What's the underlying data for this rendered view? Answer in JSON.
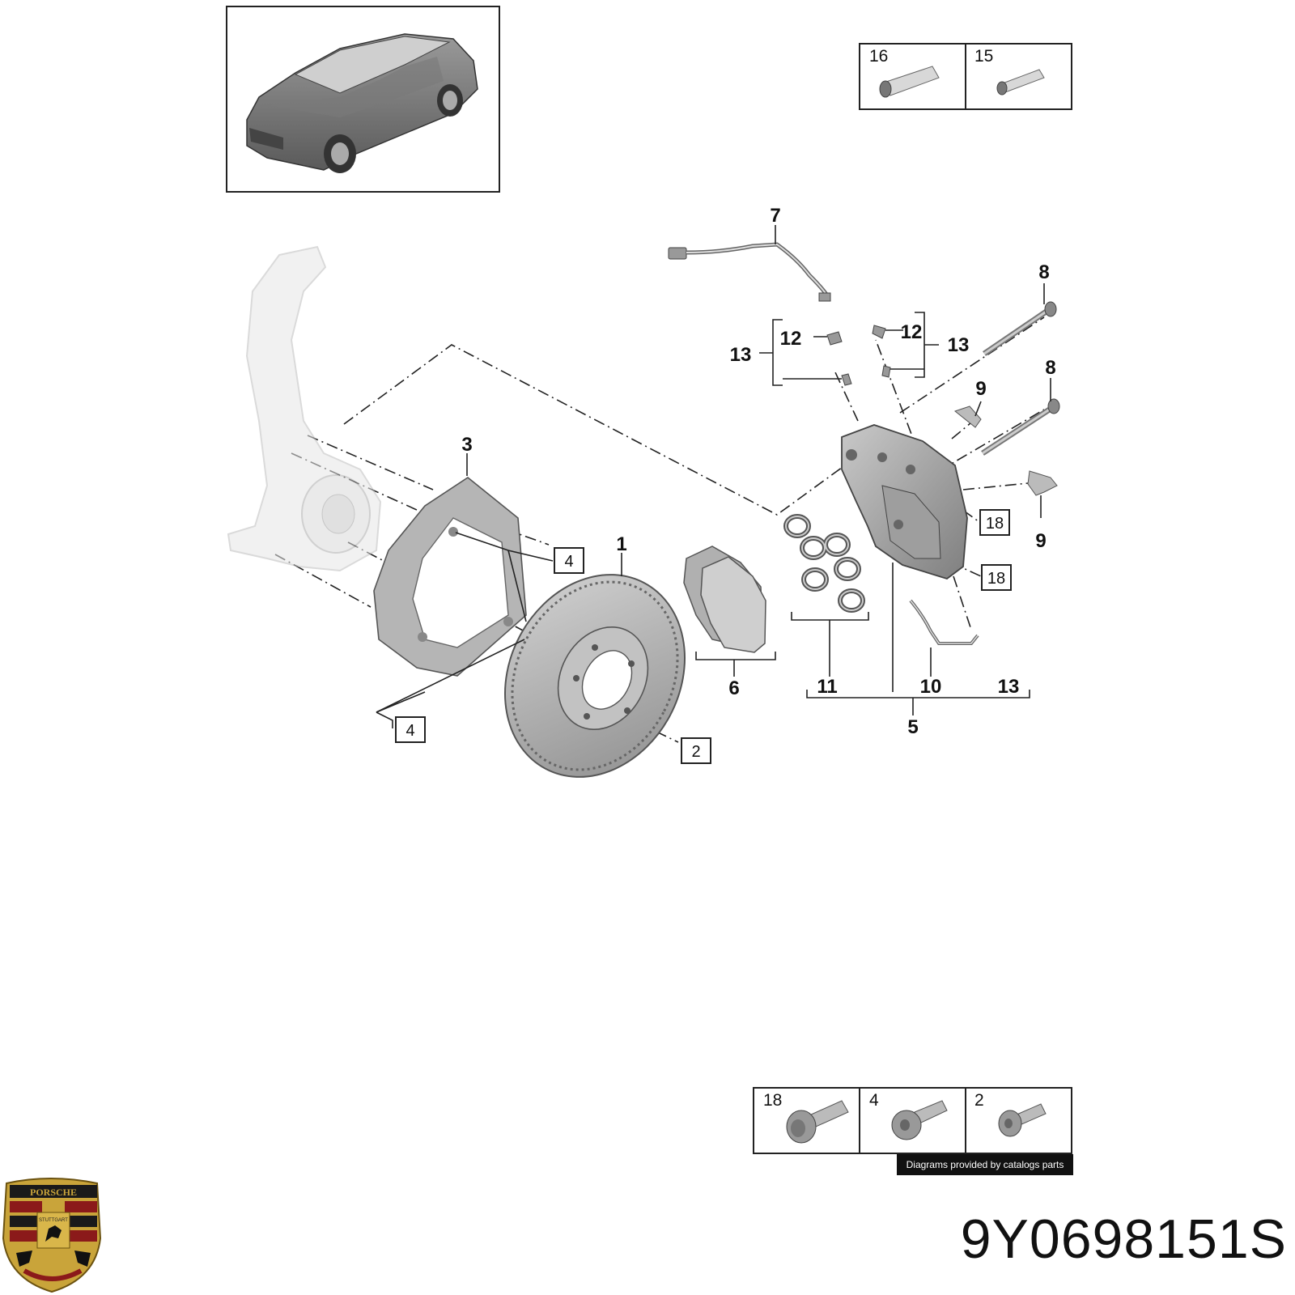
{
  "diagram": {
    "callouts": {
      "c1": "1",
      "c3": "3",
      "c5": "5",
      "c6": "6",
      "c7": "7",
      "c8a": "8",
      "c8b": "8",
      "c9a": "9",
      "c9b": "9",
      "c10": "10",
      "c11": "11",
      "c12a": "12",
      "c12b": "12",
      "c13a": "13",
      "c13b": "13",
      "c13c": "13"
    },
    "boxed": {
      "b4a": "4",
      "b4b": "4",
      "b2": "2",
      "b18a": "18",
      "b18b": "18"
    },
    "legend_top": {
      "l16": "16",
      "l15": "15"
    },
    "legend_bottom": {
      "l18": "18",
      "l4": "4",
      "l2": "2"
    }
  },
  "footer": {
    "credit": "Diagrams provided by catalogs parts",
    "part_number": "9Y0698151S",
    "logo_text": "PORSCHE",
    "logo_subtext": "STUTTGART"
  }
}
